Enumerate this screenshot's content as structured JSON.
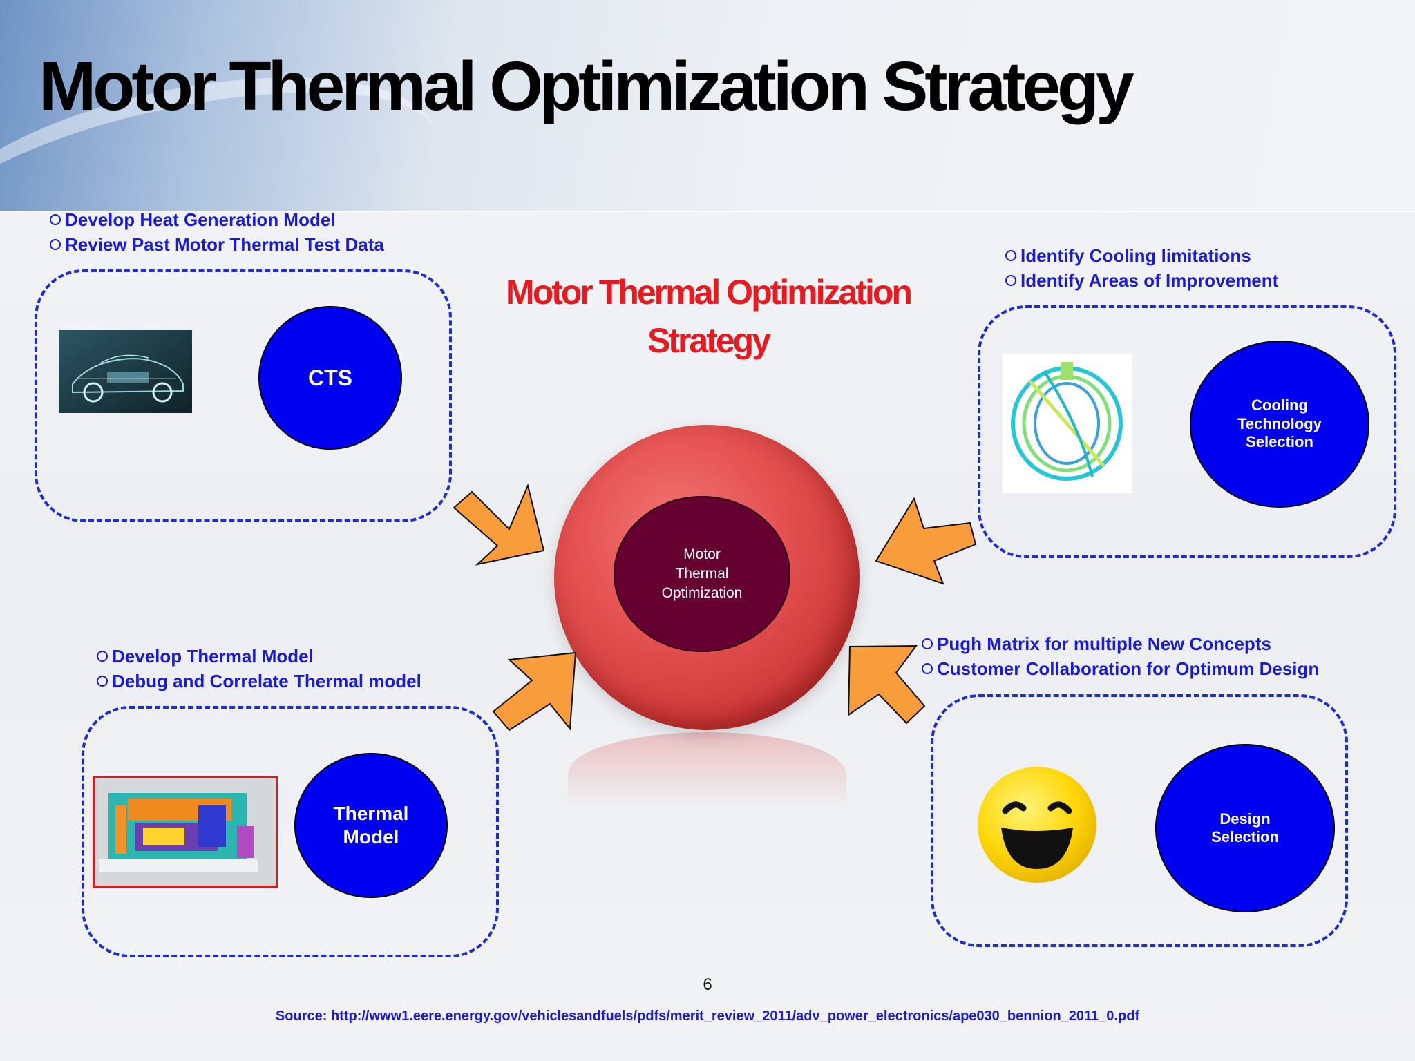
{
  "title": "Motor Thermal Optimization Strategy",
  "center": {
    "title_line1": "Motor Thermal Optimization",
    "title_line2": "Strategy",
    "core_line1": "Motor",
    "core_line2": "Thermal",
    "core_line3": "Optimization"
  },
  "quadrants": {
    "top_left": {
      "bullets": [
        "Develop Heat Generation Model",
        "Review Past Motor Thermal Test Data"
      ],
      "circle_label": "CTS"
    },
    "top_right": {
      "bullets": [
        "Identify Cooling limitations",
        "Identify Areas of Improvement"
      ],
      "circle_line1": "Cooling",
      "circle_line2": "Technology",
      "circle_line3": "Selection"
    },
    "bottom_left": {
      "bullets": [
        "Develop Thermal Model",
        "Debug and Correlate Thermal model"
      ],
      "circle_line1": "Thermal",
      "circle_line2": "Model"
    },
    "bottom_right": {
      "bullets": [
        "Pugh Matrix for multiple New Concepts",
        "Customer Collaboration for Optimum Design"
      ],
      "circle_line1": "Design",
      "circle_line2": "Selection"
    }
  },
  "page_number": "6",
  "source": "Source: http://www1.eere.energy.gov/vehiclesandfuels/pdfs/merit_review_2011/adv_power_electronics/ape030_bennion_2011_0.pdf",
  "colors": {
    "accent_blue": "#0000f0",
    "bullet_blue": "#1a1adc",
    "title_red": "#e8191f",
    "ring_red": "#e65454",
    "core_maroon": "#650030",
    "arrow_orange": "#f99d3c"
  }
}
